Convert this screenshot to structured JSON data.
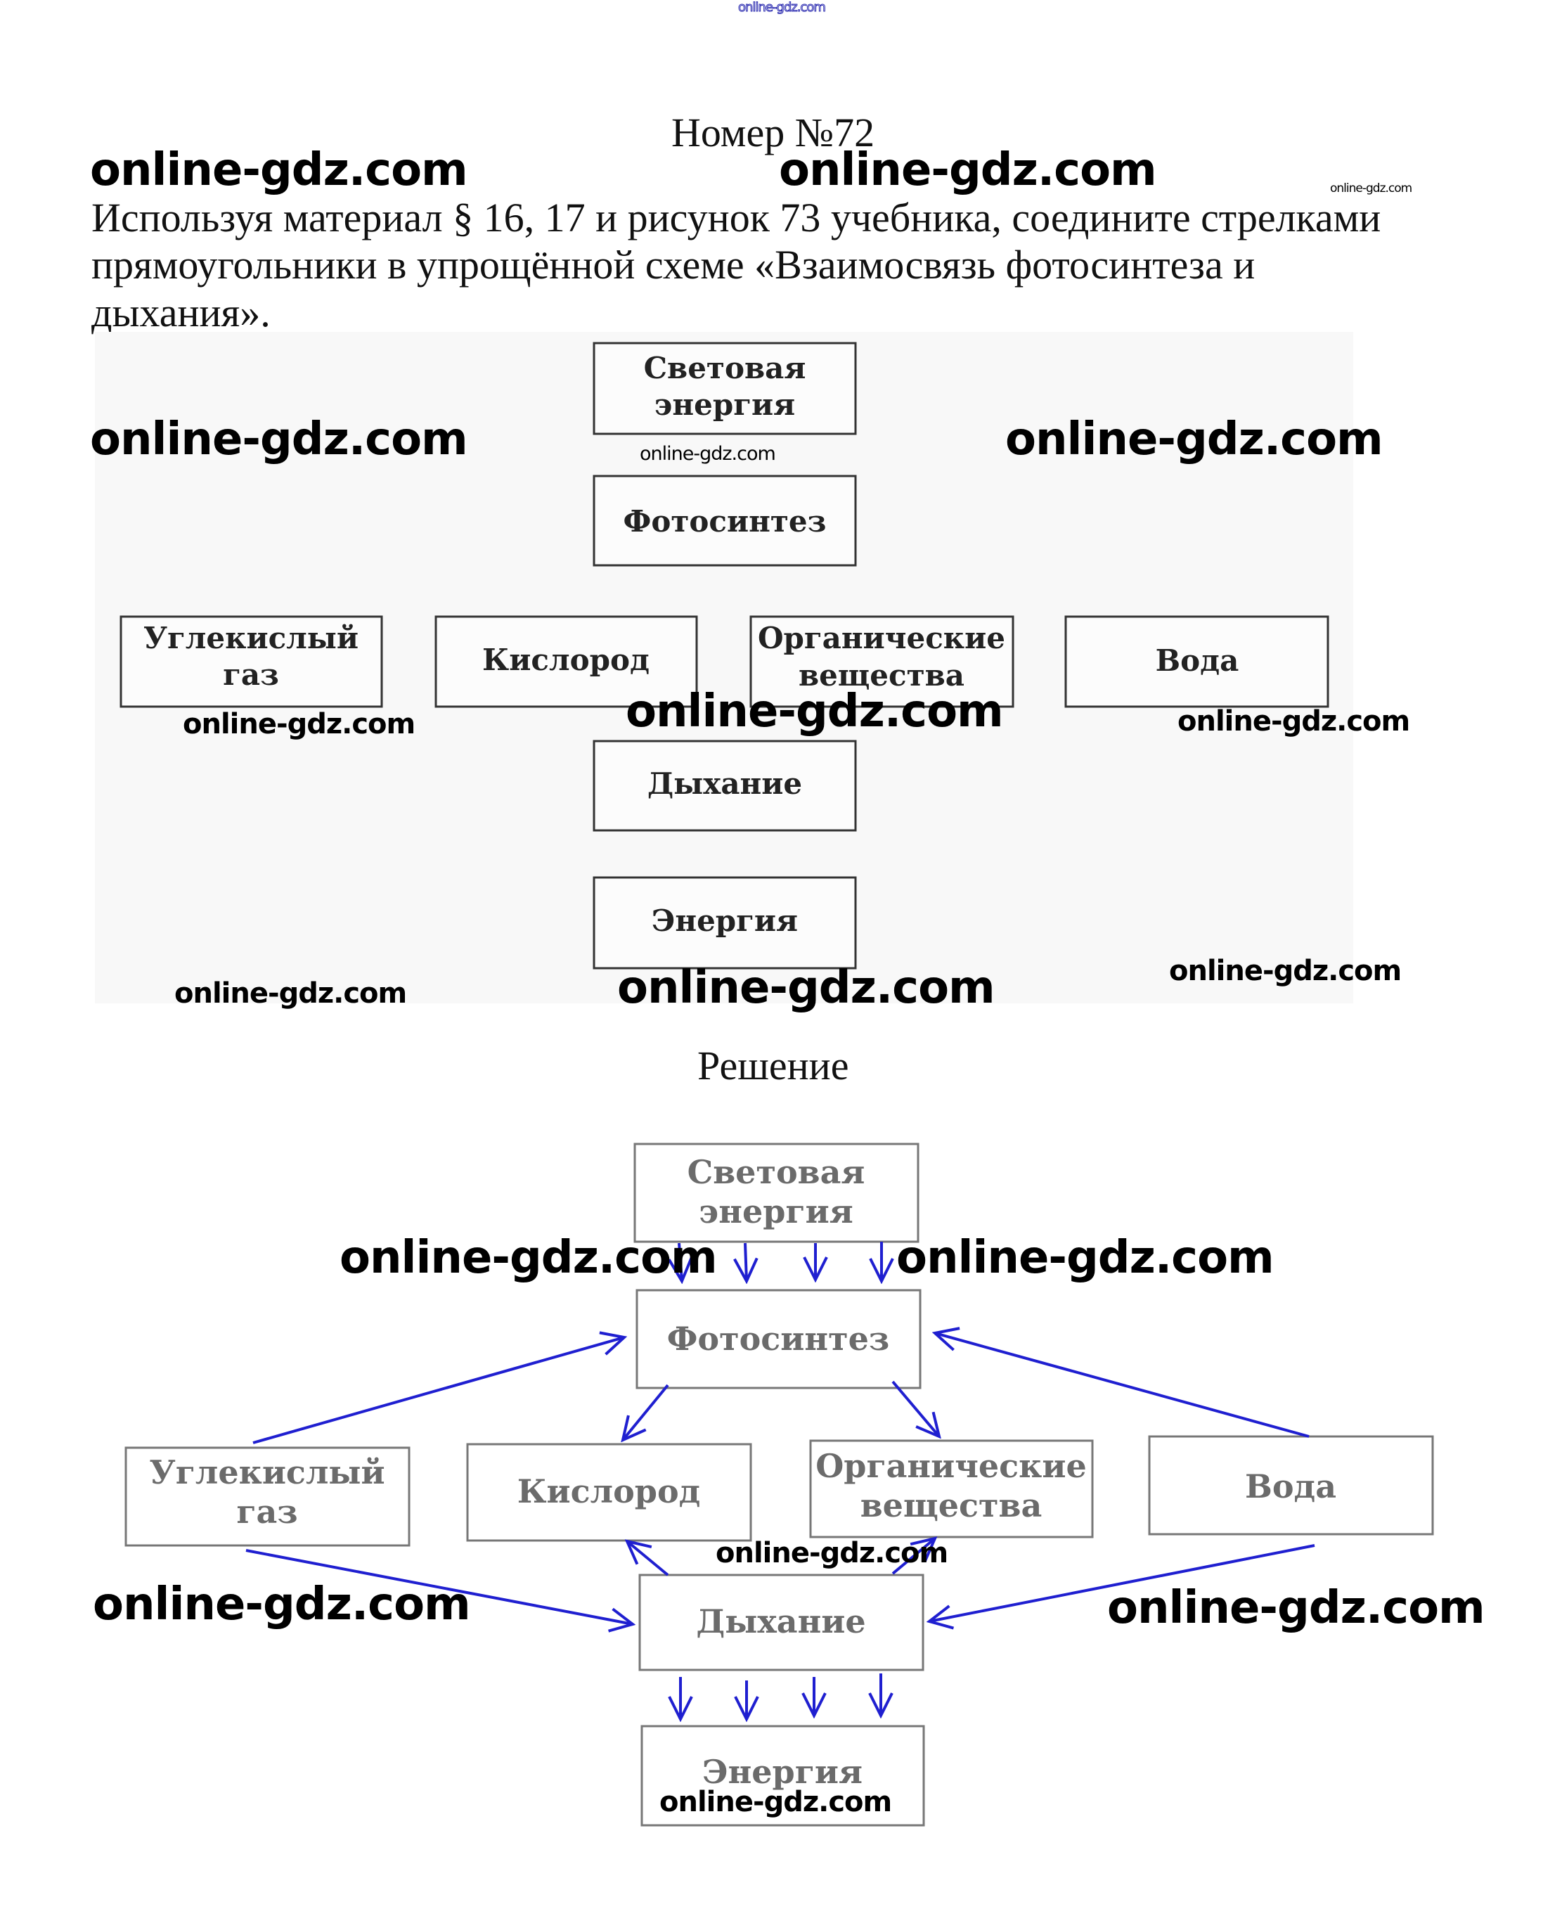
{
  "header": {
    "top_watermark": "online-gdz.com",
    "title": "Номер №72"
  },
  "task": {
    "lines": [
      "Используя материал § 16, 17 и рисунок 73 учебника, соедините стрелками",
      "прямоугольники в упрощённой схеме «Взаимосвязь фотосинтеза и",
      "дыхания»."
    ]
  },
  "diagram": {
    "boxes": {
      "light_energy": [
        "Световая",
        "энергия"
      ],
      "photosynthesis": [
        "Фотосинтез"
      ],
      "carbon_dioxide": [
        "Углекислый",
        "газ"
      ],
      "oxygen": [
        "Кислород"
      ],
      "organic": [
        "Органические",
        "вещества"
      ],
      "water": [
        "Вода"
      ],
      "respiration": [
        "Дыхание"
      ],
      "energy": [
        "Энергия"
      ]
    }
  },
  "solution": {
    "heading": "Решение",
    "arrow_color": "#1f1fd0",
    "connections": [
      {
        "from": "Световая энергия",
        "to": "Фотосинтез",
        "count": 4
      },
      {
        "from": "Углекислый газ",
        "to": "Фотосинтез"
      },
      {
        "from": "Вода",
        "to": "Фотосинтез"
      },
      {
        "from": "Фотосинтез",
        "to": "Кислород"
      },
      {
        "from": "Фотосинтез",
        "to": "Органические вещества"
      },
      {
        "from": "Дыхание",
        "to": "Кислород"
      },
      {
        "from": "Дыхание",
        "to": "Органические вещества"
      },
      {
        "from": "Углекислый газ",
        "to": "Дыхание"
      },
      {
        "from": "Вода",
        "to": "Дыхание"
      },
      {
        "from": "Дыхание",
        "to": "Энергия",
        "count": 4
      }
    ]
  },
  "watermarks": {
    "text": "online-gdz.com"
  }
}
